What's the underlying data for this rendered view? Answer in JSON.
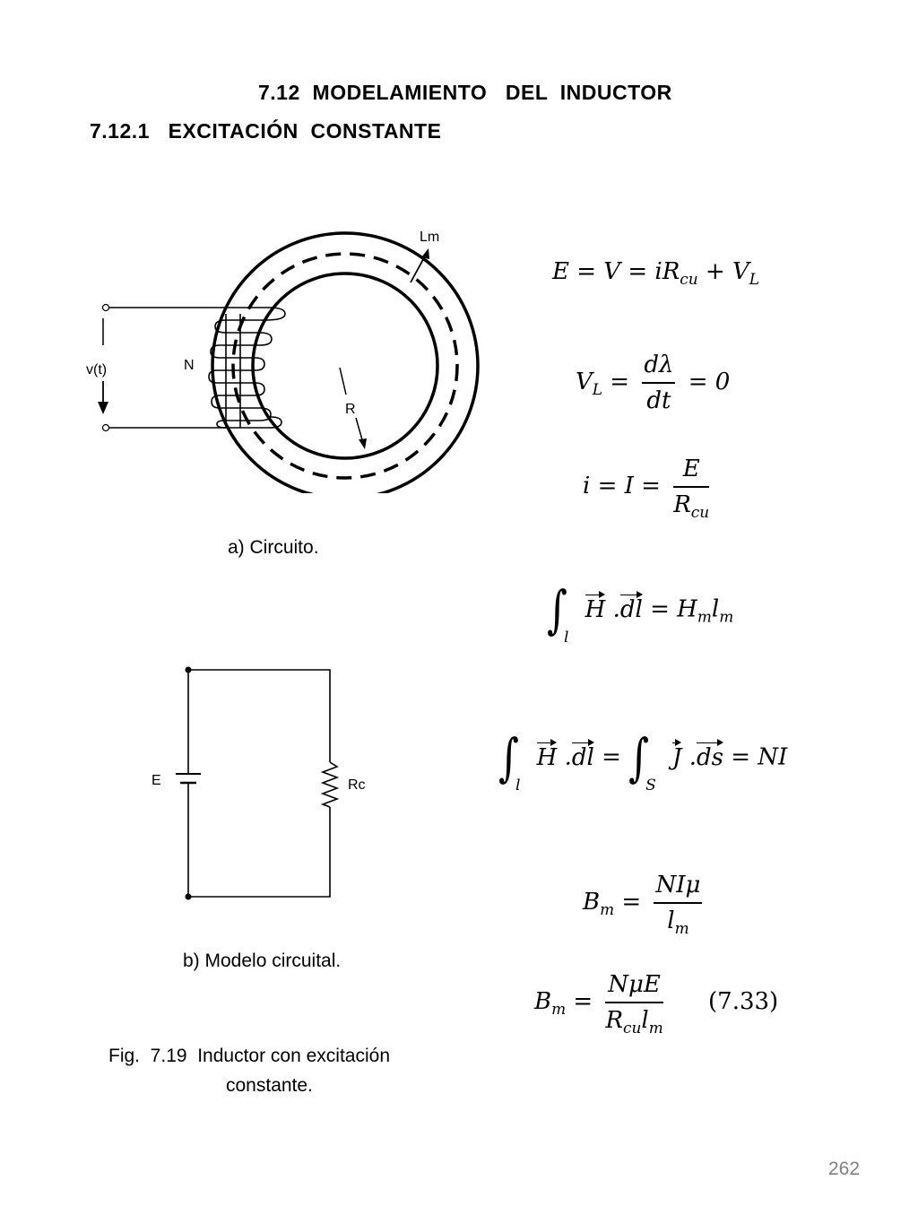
{
  "headings": {
    "section": "7.12  MODELAMIENTO   DEL  INDUCTOR",
    "subsection": "7.12.1   EXCITACIÓN  CONSTANTE"
  },
  "figure_a": {
    "label_lm": "Lm",
    "label_v": "v(t)",
    "label_n": "N",
    "label_r": "R",
    "caption": "a) Circuito."
  },
  "figure_b": {
    "label_e": "E",
    "label_rc": "Rc",
    "caption": "b) Modelo circuital."
  },
  "figure_caption": {
    "line1": "Fig.  7.19  Inductor con excitación",
    "line2": "constante."
  },
  "equations": {
    "eq1": {
      "lhs": "E = V = iR",
      "sub1": "cu",
      "mid": " + V",
      "sub2": "L"
    },
    "eq2": {
      "lhs": "V",
      "lhs_sub": "L",
      "num": "dλ",
      "den": "dt",
      "rhs": "= 0"
    },
    "eq3": {
      "lhs": "i = I =",
      "num": "E",
      "den": "R",
      "den_sub": "cu"
    },
    "eq4": {
      "int_sub": "l",
      "vec1": "H",
      "vec2": "dl",
      "rhs": "= H",
      "rhs_sub1": "m",
      "rhs2": "l",
      "rhs_sub2": "m"
    },
    "eq5": {
      "int_sub1": "l",
      "vec1": "H",
      "vec2": "dl",
      "int_sub2": "S",
      "vec3": "J",
      "vec4": "ds",
      "rhs": "= NI"
    },
    "eq6": {
      "lhs": "B",
      "lhs_sub": "m",
      "num": "NIμ",
      "den": "l",
      "den_sub": "m"
    },
    "eq7": {
      "lhs": "B",
      "lhs_sub": "m",
      "num": "NμE",
      "den1": "R",
      "den_sub1": "cu",
      "den2": "l",
      "den_sub2": "m",
      "number": "(7.33)"
    }
  },
  "page_number": "262"
}
